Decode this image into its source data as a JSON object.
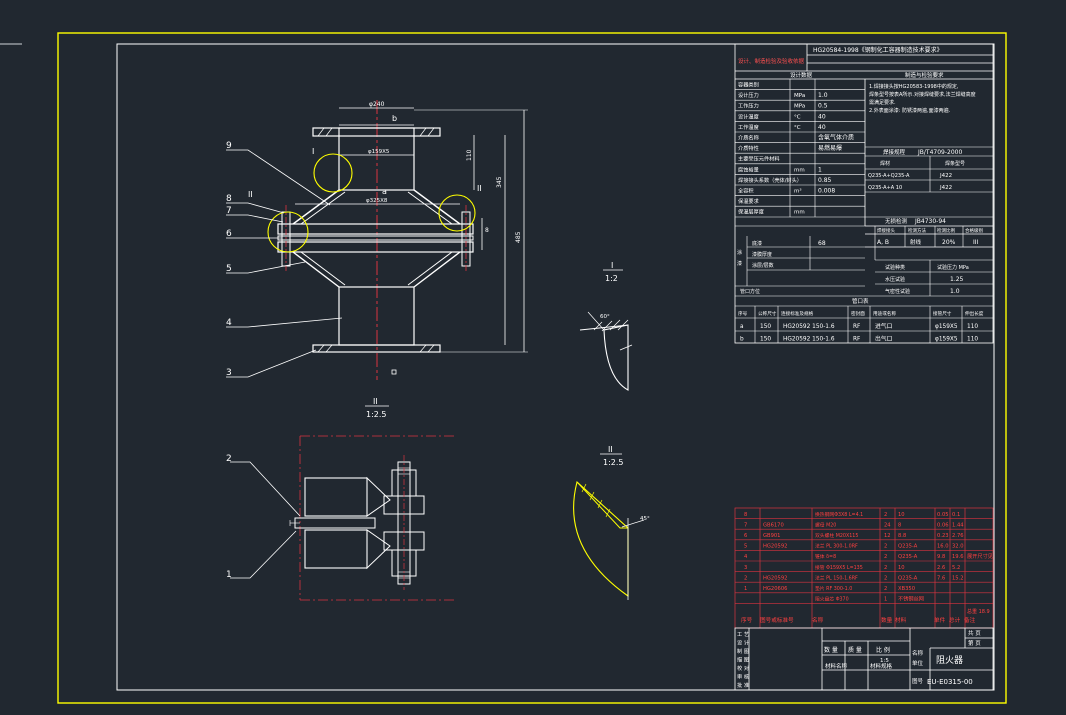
{
  "title_block": {
    "drawing_name": "阻火器",
    "drawing_number": "EU-E0315-00",
    "scale_label": "比 例",
    "scale_value": "1:5",
    "weight_label": "质 量",
    "count_label": "数 量",
    "left_roles": [
      "工 艺",
      "设 计",
      "制 图",
      "描 图",
      "校 对",
      "审 核",
      "批 准"
    ],
    "left_bottom": [
      "材料名称",
      "材料规格"
    ],
    "right_small": [
      "共 页",
      "第 页",
      "图号"
    ],
    "row_small_labels": [
      "名称",
      "单位"
    ]
  },
  "spec_header": {
    "standard_ref": "HG20584-1998《钢制化工容器制造技术要求》",
    "left_label": "设计、制造检验及验收依据"
  },
  "spec_table": {
    "design_header": "设计数据",
    "tech_header": "制造与检验要求",
    "rows": [
      {
        "label": "容器类别",
        "unit": "",
        "value": ""
      },
      {
        "label": "设计压力",
        "unit": "MPa",
        "value": "1.0"
      },
      {
        "label": "工作压力",
        "unit": "MPa",
        "value": "0.5"
      },
      {
        "label": "设计温度",
        "unit": "°C",
        "value": "40"
      },
      {
        "label": "工作温度",
        "unit": "°C",
        "value": "40"
      },
      {
        "label": "介质名称",
        "unit": "",
        "value": "含氧气体介质"
      },
      {
        "label": "介质特性",
        "unit": "",
        "value": "易燃易爆"
      },
      {
        "label": "主要受压元件材料",
        "unit": "",
        "value": ""
      },
      {
        "label": "腐蚀裕量",
        "unit": "mm",
        "value": "1"
      },
      {
        "label": "焊接接头系数（壳体/封头）",
        "unit": "",
        "value": "0.85"
      },
      {
        "label": "全容积",
        "unit": "m³",
        "value": "0.008"
      },
      {
        "label": "保温要求",
        "unit": "",
        "value": ""
      },
      {
        "label": "保温层厚度",
        "unit": "mm",
        "value": ""
      }
    ],
    "tech_notes": [
      "1.焊接接头按HG20583-1998中的规定,",
      "  焊条型号按表A所示.对接焊缝要求,法兰焊缝高度",
      "  需满足要求.",
      "2.外表面涂漆: 防锈漆两遍,面漆两遍."
    ],
    "weld_standard_label": "焊接规程",
    "weld_standard": "JB/T4709-2000",
    "weld_head": [
      "焊材",
      "焊条型号"
    ],
    "weld_rows": [
      [
        "Q235-A+Q235-A",
        "J422"
      ],
      [
        "Q235-A+A 10",
        "J422"
      ]
    ],
    "ndt_label": "无损检测",
    "ndt_standard": "JB4730-94",
    "ndt_head": [
      "焊接接头",
      "检测方法",
      "检测比例",
      "合格级别"
    ],
    "ndt_row": [
      "A, B",
      "射线",
      "20%",
      "III"
    ],
    "paint_rows": [
      {
        "label": "涂",
        "sub": "底漆",
        "value": "68"
      },
      {
        "label": "漆",
        "sub": "漆膜厚度",
        "value": ""
      },
      {
        "label": "",
        "sub": "涂层/层数",
        "value": ""
      }
    ],
    "pressure_test_head": [
      "试验种类",
      "试验压力 MPa"
    ],
    "pressure_rows": [
      [
        "水压试验",
        "1.25"
      ],
      [
        "气密性试验",
        "1.0"
      ]
    ],
    "inspection_label": "管口方位"
  },
  "nozzle_table": {
    "title": "管口表",
    "head": [
      "序号",
      "公称尺寸",
      "连接标准及规格",
      "密封面",
      "用途或名称",
      "接管尺寸",
      "伸出长度"
    ],
    "rows": [
      [
        "a",
        "150",
        "HG20592 150-1.6",
        "RF",
        "进气口",
        "φ159X5",
        "110"
      ],
      [
        "b",
        "150",
        "HG20592 150-1.6",
        "RF",
        "出气口",
        "φ159X5",
        "110"
      ]
    ]
  },
  "parts_list": {
    "head": [
      "序号",
      "图号或标准号",
      "名称",
      "数量",
      "材料",
      "单件",
      "总计",
      "备注"
    ],
    "rows": [
      [
        "8",
        "",
        "换热钢网Φ3X8 L=4.1",
        "2",
        "10",
        "0.05",
        "0.1",
        ""
      ],
      [
        "7",
        "GB6170",
        "螺母 M20",
        "24",
        "8",
        "0.06",
        "1.44",
        ""
      ],
      [
        "6",
        "GB901",
        "双头螺柱 M20X115",
        "12",
        "8.8",
        "0.23",
        "2.76",
        ""
      ],
      [
        "5",
        "HG20592",
        "法兰 PL 300-1.0RF",
        "2",
        "Q235-A",
        "16.0",
        "32.0",
        ""
      ],
      [
        "4",
        "",
        "锥体 δ=8",
        "2",
        "Q235-A",
        "9.8",
        "19.6",
        "展开尺寸见"
      ],
      [
        "3",
        "",
        "接管 Φ159X5 L=135",
        "2",
        "10",
        "2.6",
        "5.2",
        ""
      ],
      [
        "2",
        "HG20592",
        "法兰 PL 150-1.6RF",
        "2",
        "Q235-A",
        "7.6",
        "15.2",
        ""
      ],
      [
        "1",
        "HG20606",
        "垫片 RF 300-1.0",
        "2",
        "XB350",
        "",
        "",
        ""
      ],
      [
        "",
        "",
        "阻火盘芯 Φ370",
        "1",
        "不锈钢丝网",
        "",
        "",
        ""
      ]
    ],
    "weight_total": "总重 18.9"
  },
  "views": {
    "main_dim_top": "φ240",
    "main_dim_b": "b",
    "main_dim_a": "a",
    "main_dim_110": "110",
    "main_dim_345": "345",
    "main_dim_485": "485",
    "main_dim_inner": "φ159X5",
    "main_dim_mid": "φ325X8",
    "main_dim_8": "8",
    "callout_i": "I",
    "callout_ii": "II",
    "part_numbers": [
      "9",
      "8",
      "7",
      "6",
      "5",
      "4",
      "3",
      "2",
      "1"
    ],
    "detail_i_label": "I",
    "detail_i_scale": "1:2",
    "detail_i_angle": "60°",
    "detail_ii_label": "II",
    "detail_ii_scale": "1:2.5",
    "detail_ii2_label": "II",
    "detail_ii2_scale": "1:2.5",
    "detail_ii2_angle": "45°"
  }
}
